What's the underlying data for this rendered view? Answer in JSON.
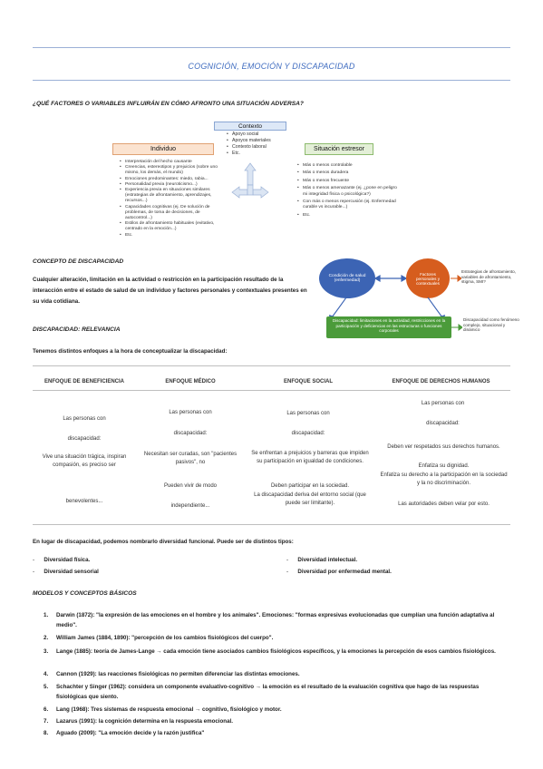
{
  "doc": {
    "title": "COGNICIÓN, EMOCIÓN Y DISCAPACIDAD",
    "question": "¿QUÉ FACTORES O VARIABLES INFLUIRÁN EN CÓMO AFRONTO UNA SITUACIÓN ADVERSA?"
  },
  "diagram1": {
    "contexto": "Contexto",
    "contexto_items": [
      "Apoyo social",
      "Apoyos materiales",
      "Contexto laboral",
      "Etc."
    ],
    "individuo": "Individuo",
    "individuo_items": [
      "Interpretación del hecho causante",
      "Creencias, estereotipos y prejuicios (sobre uno mismo, los demás, el mundo)",
      "Emociones predominantes: miedo, rabia...",
      "Personalidad previa (neuroticismo...)",
      "Experiencia previa en situaciones similares (estrategias de afrontamiento, aprendizajes, recursos...)",
      "Capacidades cognitivas (ej. De solución de problemas, de toma de decisiones, de autocontrol...)",
      "Estilos de afrontamiento habituales (evitativo, centrado en la emoción...)",
      "Etc."
    ],
    "situacion": "Situación estresor",
    "situacion_items": [
      "Más o menos controlable",
      "Más o menos duradera",
      "Más o menos frecuente",
      "Más o menos amenazante (ej. ¿pone en peligro mi integridad física o psicológica?)",
      "Con más o menos repercusión (ej. Enfermedad curable vs incurable...)",
      "Etc."
    ]
  },
  "concepto": {
    "heading": "CONCEPTO DE DISCAPACIDAD",
    "text": "Cualquier alteración, limitación en la actividad o restricción en la participación resultado de la interacción entre el estado de salud de un individuo y factores personales y contextuales presentes en su vida cotidiana."
  },
  "diagram2": {
    "circle1": "Condición de salud (enfermedad)",
    "circle2": "Factores personales y contextuales",
    "side1": "Estrategias de afrontamiento, variables de afrontamiento, stigma, SMI?",
    "bar": "Discapacidad: limitaciones en la actividad, restricciones en la participación y deficiencias en las estructuras o funciones corporales",
    "side2": "Discapacidad como fenómeno complejo, situacional y dinámico"
  },
  "relevancia": {
    "heading": "DISCAPACIDAD: RELEVANCIA",
    "intro": "Tenemos distintos enfoques a la hora de conceptualizar la discapacidad:"
  },
  "table": {
    "headers": [
      "ENFOQUE DE BENEFICIENCIA",
      "ENFOQUE MÉDICO",
      "ENFOQUE SOCIAL",
      "ENFOQUE DE DERECHOS HUMANOS"
    ],
    "col1": [
      "Las personas con",
      "discapacidad:",
      "Vive una situación trágica, inspiran compasión, es preciso ser",
      "benevolentes..."
    ],
    "col2": [
      "Las personas con",
      "discapacidad:",
      "Necesitan ser curadas, son \"pacientes pasivos\", no",
      "Pueden vivir de modo",
      "independiente..."
    ],
    "col3": [
      "Las personas con",
      "discapacidad:",
      "Se enfrentan a prejuicios y barreras que impiden su participación en igualdad de condiciones.",
      "Deben participar en la sociedad.",
      "La discapacidad deriva del entorno social (que puede ser limitante)."
    ],
    "col4": [
      "Las personas con",
      "discapacidad:",
      "Deben ver respetados sus derechos humanos.",
      "Enfatiza su dignidad.",
      "Enfatiza su derecho a la participación en la sociedad y la no discriminación.",
      "Las autoridades deben velar por esto."
    ]
  },
  "diversidad": {
    "text": "En lugar de discapacidad, podemos nombrarlo diversidad funcional. Puede ser de distintos tipos:",
    "types": [
      "Diversidad física.",
      "Diversidad sensorial",
      "Diversidad intelectual.",
      "Diversidad por enfermedad mental."
    ]
  },
  "modelos": {
    "heading": "MODELOS Y CONCEPTOS BÁSICOS",
    "items": [
      {
        "n": "1.",
        "text": "Darwin (1872): \"la expresión de las emociones en el hombre y los animales\". Emociones: \"formas expresivas evolucionadas que cumplían una función adaptativa al medio\"."
      },
      {
        "n": "2.",
        "text": "William James (1884, 1890): \"percepción de los cambios fisiológicos del cuerpo\"."
      },
      {
        "n": "3.",
        "text": "Lange (1885): teoría de James-Lange → cada emoción tiene asociados cambios fisiológicos específicos, y la emociones la percepción de esos cambios fisiológicos."
      },
      {
        "n": "4.",
        "text": "Cannon (1929): las reacciones fisiológicas no permiten diferenciar las distintas emociones."
      },
      {
        "n": "5.",
        "text": "Schachter y Singer (1962): considera un componente evaluativo-cognitivo → la emoción es el resultado de la evaluación cognitiva que hago de las respuestas fisiológicas que siento."
      },
      {
        "n": "6.",
        "text": "Lang (1968): Tres sistemas de respuesta emocional → cognitivo, fisiológico y motor."
      },
      {
        "n": "7.",
        "text": "Lazarus (1991): la cognición determina en la respuesta emocional."
      },
      {
        "n": "8.",
        "text": "Aguado (2009): \"La emoción decide y la razón justifica\""
      }
    ]
  },
  "colors": {
    "accent": "#3f6cc0",
    "contexto_bg": "#dde8f7",
    "individuo_bg": "#fbe3d0",
    "situacion_bg": "#e3efd7",
    "circle_blue": "#3c64b4",
    "circle_orange": "#d65d1e",
    "bar_green": "#4b9b3a"
  }
}
